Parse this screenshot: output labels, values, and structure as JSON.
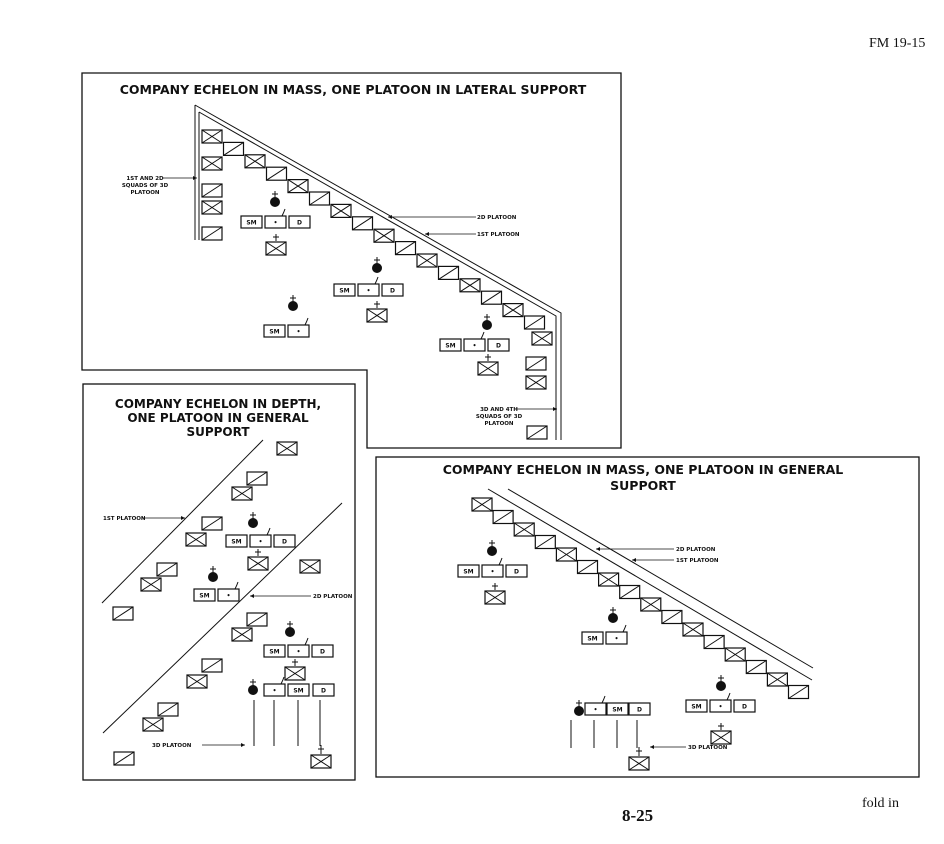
{
  "header": {
    "doc_id": "FM 19-15"
  },
  "footer": {
    "page_number": "8-25",
    "fold_note": "fold in"
  },
  "panels": [
    {
      "title_lines": [
        "COMPANY ECHELON IN MASS, ONE PLATOON IN LATERAL SUPPORT"
      ],
      "labels": [
        [
          "1ST AND 2D",
          "SQUADS OF 3D",
          "PLATOON"
        ],
        [
          "2D PLATOON"
        ],
        [
          "1ST PLATOON"
        ],
        [
          "3D AND 4TH",
          "SQUADS OF 3D",
          "PLATOON"
        ]
      ]
    },
    {
      "title_lines": [
        "COMPANY ECHELON IN DEPTH,",
        "ONE PLATOON IN GENERAL",
        "SUPPORT"
      ],
      "labels": [
        [
          "1ST PLATOON"
        ],
        [
          "2D PLATOON"
        ],
        [
          "3D PLATOON"
        ]
      ]
    },
    {
      "title_lines": [
        "COMPANY ECHELON IN MASS, ONE PLATOON IN GENERAL",
        "SUPPORT"
      ],
      "labels": [
        [
          "2D PLATOON"
        ],
        [
          "1ST PLATOON"
        ],
        [
          "3D PLATOON"
        ]
      ]
    }
  ],
  "symbols": {
    "sm": "SM",
    "dot": "•",
    "d": "D"
  }
}
